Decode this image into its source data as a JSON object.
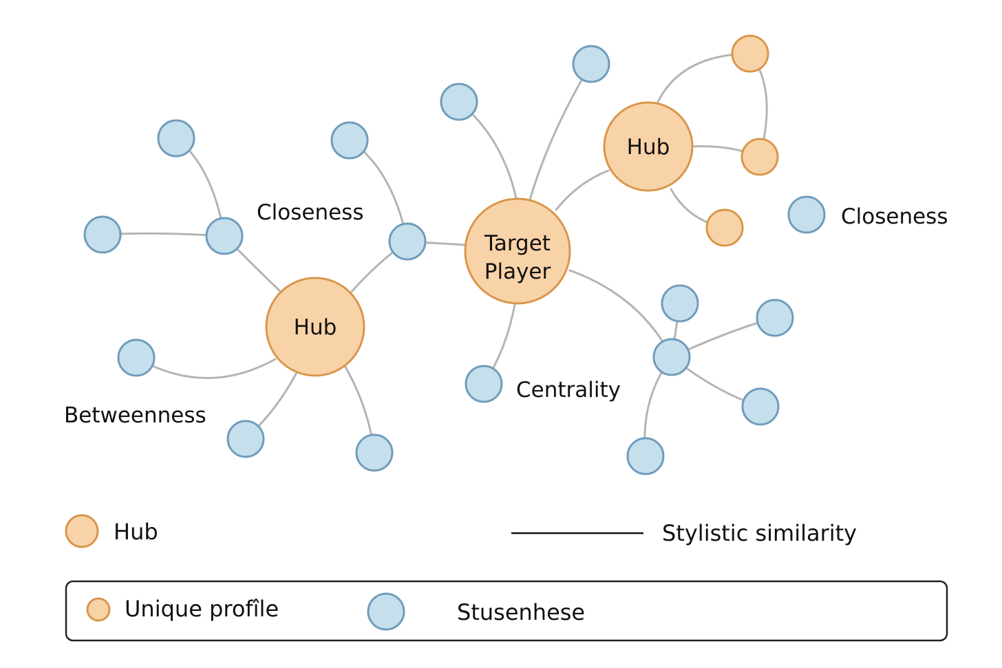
{
  "nodes": {
    "target_line1": "Target",
    "target_line2": "Player",
    "hub_left": "Hub",
    "hub_right": "Hub"
  },
  "annotations": {
    "closeness_left": "Closeness",
    "closeness_right": "Closeness",
    "betweenness": "Betweenness",
    "centrality": "Centrality"
  },
  "legend": {
    "hub": "Hub",
    "similarity": "Stylistic similarity",
    "unique_profile": "Unique profîle",
    "stusenhese": "Stusenhese"
  },
  "colors": {
    "blue_fill": "#c6dfec",
    "blue_stroke": "#6f9cbc",
    "orange_fill": "#f9d3a8",
    "orange_stroke": "#d9964a",
    "edge": "#b4b4b4"
  }
}
